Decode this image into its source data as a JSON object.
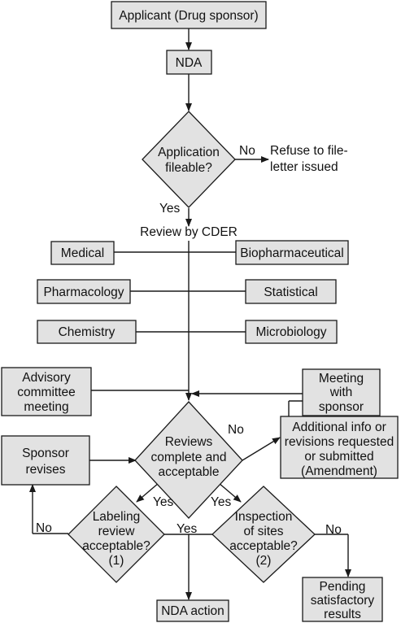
{
  "nodes": {
    "applicant": "Applicant (Drug sponsor)",
    "nda": "NDA",
    "fileable": [
      "Application",
      "fileable?"
    ],
    "refuse": [
      "Refuse to file-",
      "letter issued"
    ],
    "review_cder": "Review by CDER",
    "medical": "Medical",
    "biopharm": "Biopharmaceutical",
    "pharmacology": "Pharmacology",
    "statistical": "Statistical",
    "chemistry": "Chemistry",
    "microbiology": "Microbiology",
    "advisory": [
      "Advisory",
      "committee",
      "meeting"
    ],
    "meeting_sponsor": [
      "Meeting",
      "with",
      "sponsor"
    ],
    "reviews_complete": [
      "Reviews",
      "complete and",
      "acceptable"
    ],
    "sponsor_revises": [
      "Sponsor",
      "revises"
    ],
    "additional_info": [
      "Additional info or",
      "revisions requested",
      "or submitted",
      "(Amendment)"
    ],
    "labeling": [
      "Labeling",
      "review",
      "acceptable?",
      "(1)"
    ],
    "inspection": [
      "Inspection",
      "of sites",
      "acceptable?",
      "(2)"
    ],
    "pending": [
      "Pending",
      "satisfactory",
      "results"
    ],
    "nda_action": "NDA action"
  },
  "edge_labels": {
    "no_refuse": "No",
    "yes_fileable": "Yes",
    "no_reviews": "No",
    "yes_labeling_branch": "Yes",
    "yes_inspection_branch": "Yes",
    "no_labeling": "No",
    "yes_to_action": "Yes",
    "no_inspection": "No"
  }
}
